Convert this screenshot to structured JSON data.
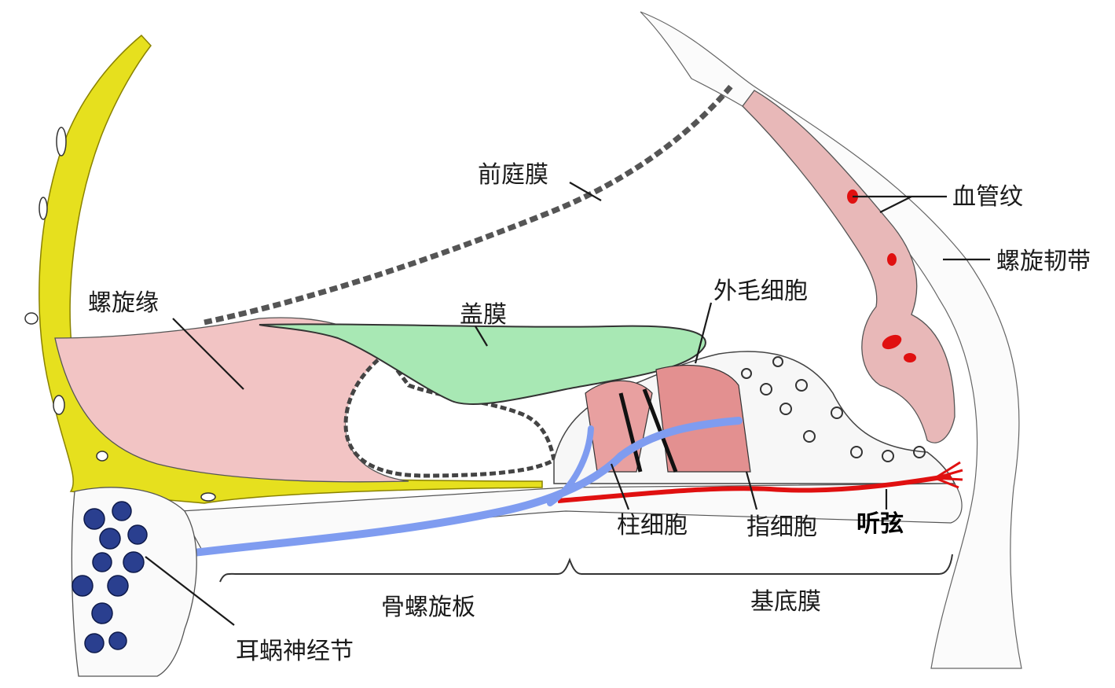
{
  "labels": {
    "vestibular_membrane": "前庭膜",
    "stria_vascularis": "血管纹",
    "spiral_ligament": "螺旋韧带",
    "spiral_limbus": "螺旋缘",
    "tectorial_membrane": "盖膜",
    "outer_hair_cells": "外毛细胞",
    "pillar_cells": "柱细胞",
    "phalangeal_cells": "指细胞",
    "auditory_strings": "听弦",
    "osseous_spiral_lamina": "骨螺旋板",
    "basilar_membrane": "基底膜",
    "cochlear_ganglion": "耳蜗神经节"
  },
  "colors": {
    "bone": "#e6e01e",
    "limbus": "#f2c4c4",
    "tectorial": "#a8e8b4",
    "stria": "#e8b8b8",
    "nerve": "#7f9cf0",
    "strings": "#e01010",
    "ganglion": "#2a3f8f"
  }
}
